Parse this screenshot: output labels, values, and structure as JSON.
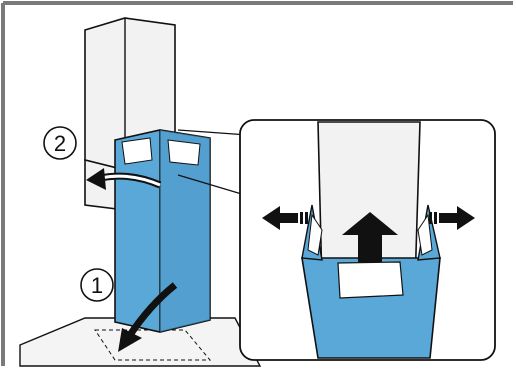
{
  "figure": {
    "steps": [
      {
        "number": "1"
      },
      {
        "number": "2"
      }
    ],
    "colors": {
      "frame": "#7a7a7a",
      "outline": "#111111",
      "duct_blue": "#5aa8d8",
      "duct_white": "#f2f2f2",
      "paper": "#ffffff"
    },
    "icons": [
      "arrow-down-left",
      "arrow-left",
      "arrow-up",
      "arrow-left-right",
      "detail-magnifier"
    ]
  }
}
